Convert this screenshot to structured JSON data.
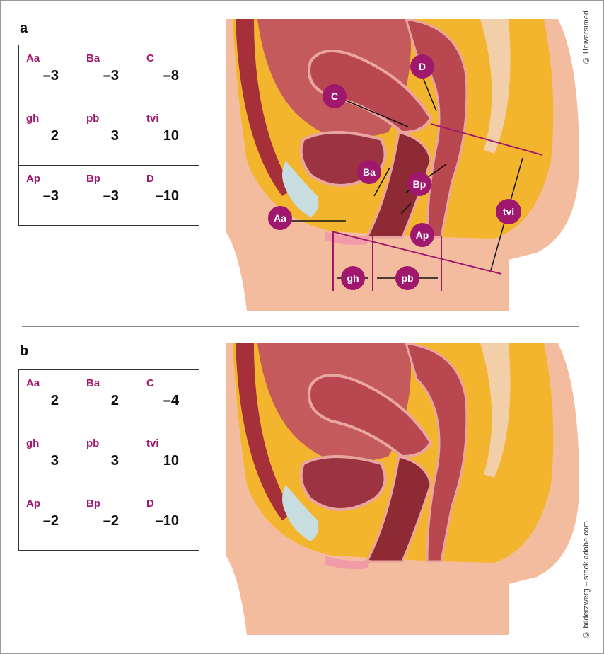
{
  "panels": [
    {
      "letter": "a",
      "cells": [
        {
          "label": "Aa",
          "value": "–3"
        },
        {
          "label": "Ba",
          "value": "–3"
        },
        {
          "label": "C",
          "value": "–8"
        },
        {
          "label": "gh",
          "value": "2"
        },
        {
          "label": "pb",
          "value": "3"
        },
        {
          "label": "tvi",
          "value": "10"
        },
        {
          "label": "Ap",
          "value": "–3"
        },
        {
          "label": "Bp",
          "value": "–3"
        },
        {
          "label": "D",
          "value": "–10"
        }
      ],
      "markers": {
        "C": "C",
        "D": "D",
        "Ba": "Ba",
        "Bp": "Bp",
        "Aa": "Aa",
        "Ap": "Ap",
        "tvi": "tvi",
        "gh": "gh",
        "pb": "pb"
      }
    },
    {
      "letter": "b",
      "cells": [
        {
          "label": "Aa",
          "value": "2"
        },
        {
          "label": "Ba",
          "value": "2"
        },
        {
          "label": "C",
          "value": "–4"
        },
        {
          "label": "gh",
          "value": "3"
        },
        {
          "label": "pb",
          "value": "3"
        },
        {
          "label": "tvi",
          "value": "10"
        },
        {
          "label": "Ap",
          "value": "–2"
        },
        {
          "label": "Bp",
          "value": "–2"
        },
        {
          "label": "D",
          "value": "–10"
        }
      ]
    }
  ],
  "credits": {
    "top": "© Universimed",
    "bottom": "© bilderzwerg – stock.adobe.com"
  },
  "colors": {
    "accent": "#a0186d",
    "skin": "#f4bc9f",
    "fat": "#f3b52e",
    "organ": "#b8474f"
  }
}
